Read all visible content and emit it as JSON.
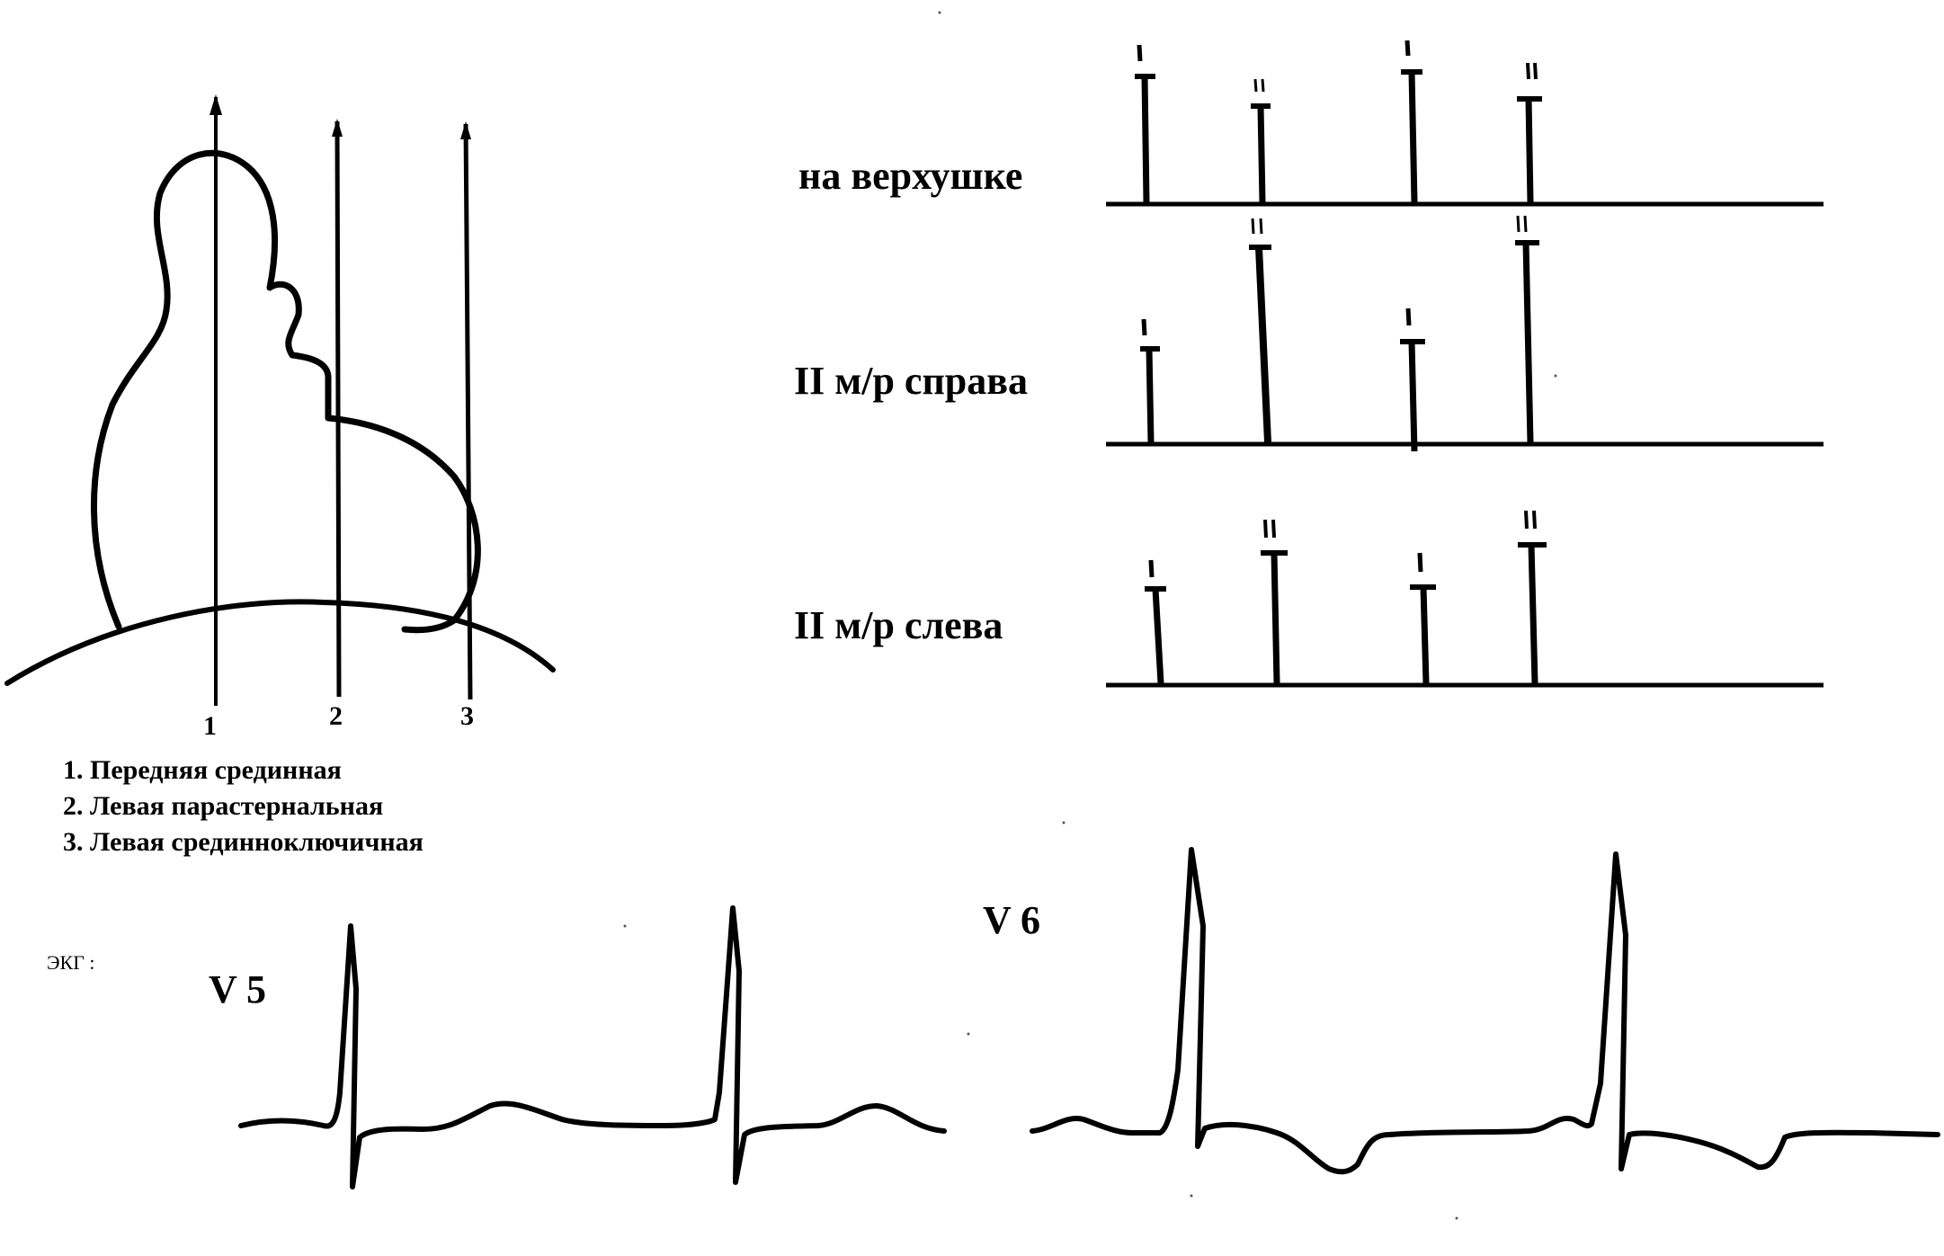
{
  "heart": {
    "line_labels": [
      "1",
      "2",
      "3"
    ],
    "legend": [
      "1. Передняя срединная",
      "2. Левая парастернальная",
      "3. Левая срединноключичная"
    ]
  },
  "phonocardiogram": {
    "rows": [
      {
        "label": "на верхушке",
        "marks": [
          "I",
          "II",
          "I",
          "II"
        ]
      },
      {
        "label": "II м/р справа",
        "marks": [
          "I",
          "II",
          "I",
          "II"
        ]
      },
      {
        "label": "II м/р слева",
        "marks": [
          "I",
          "II",
          "I",
          "II"
        ]
      }
    ]
  },
  "ecg": {
    "title": "ЭКГ :",
    "leads": [
      "V 5",
      "V 6"
    ]
  }
}
